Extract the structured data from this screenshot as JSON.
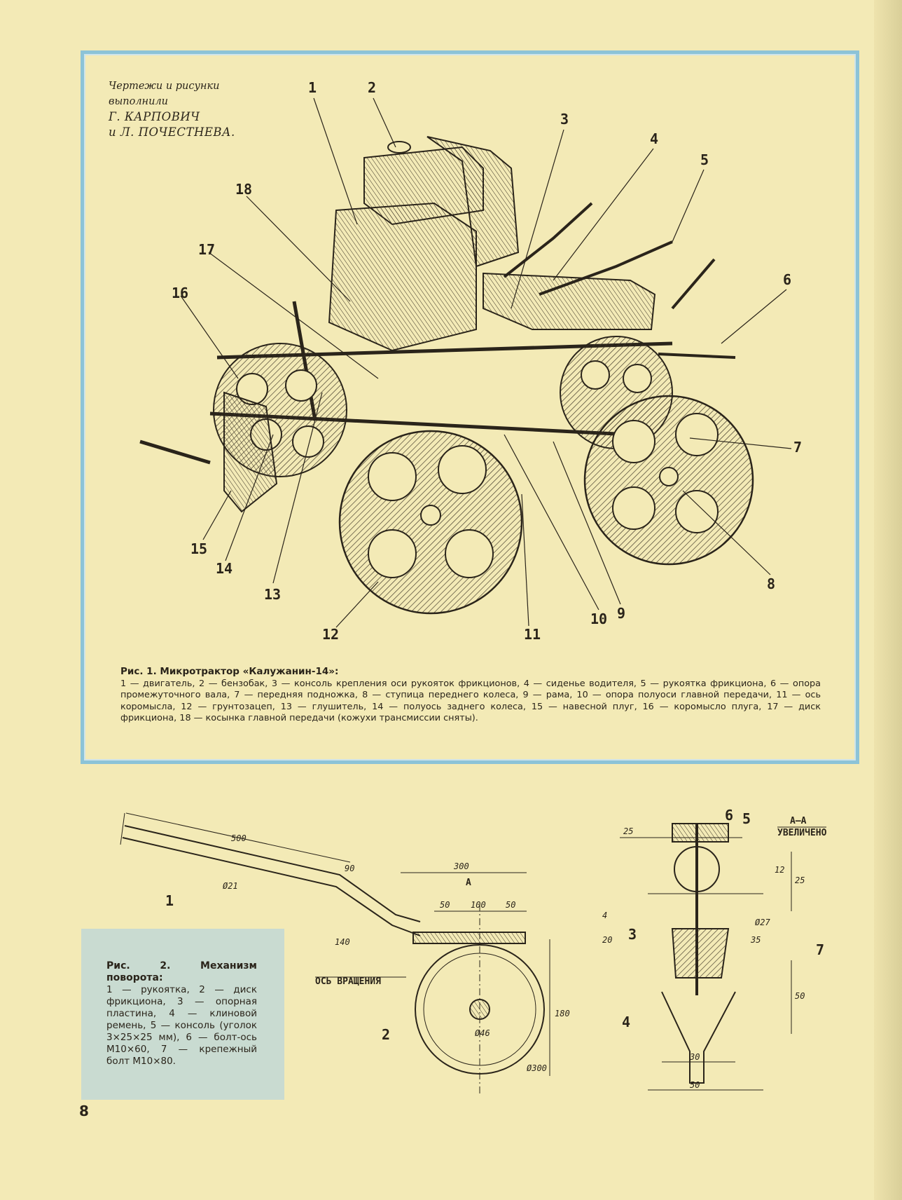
{
  "credit": {
    "line1": "Чертежи и рисунки",
    "line2": "выполнили",
    "line3": "Г. КАРПОВИЧ",
    "line4": "и Л. ПОЧЕСТНЕВА."
  },
  "figure1": {
    "callouts": [
      "1",
      "2",
      "3",
      "4",
      "5",
      "6",
      "7",
      "8",
      "9",
      "10",
      "11",
      "12",
      "13",
      "14",
      "15",
      "16",
      "17",
      "18"
    ],
    "caption_title": "Рис. 1. Микротрактор «Калужанин-14»:",
    "caption_body": "1 — двигатель, 2 — бензобак, 3 — консоль крепления оси рукояток фрикционов, 4 — сиденье водителя, 5 — рукоятка фрикциона, 6 — опора промежуточного вала, 7 — передняя подножка, 8 — ступица переднего колеса, 9 — рама, 10 — опора полуоси главной передачи, 11 — ось коромысла, 12 — грунтозацеп, 13 — глушитель, 14 — полуось заднего колеса, 15 — навесной плуг, 16 — коромысло плуга, 17 — диск фрикциона, 18 — косынка главной передачи (кожухи трансмиссии сняты)."
  },
  "figure2": {
    "caption_title": "Рис. 2. Механизм поворота:",
    "caption_body": "1 — рукоятка, 2 — диск фрикциона, 3 — опорная пластина, 4 — клиновой ремень, 5 — консоль (уголок 3×25×25 мм), 6 — болт-ось М10×60, 7 — крепежный болт М10×80.",
    "dims": {
      "d500": "500",
      "d90": "90",
      "d21": "Ø21",
      "d140": "140",
      "d300": "300",
      "d50a": "50",
      "d100": "100",
      "d50b": "50",
      "d180": "180",
      "d46": "Ø46",
      "d300c": "Ø300",
      "axis": "ОСЬ ВРАЩЕНИЯ",
      "secA": "А",
      "s25": "25",
      "s12": "12",
      "s25b": "25",
      "s27": "Ø27",
      "s4": "4",
      "s20": "20",
      "s35": "35",
      "s50": "50",
      "s30": "30",
      "s50b": "50",
      "sectionTitle": "А–А",
      "sectionSub": "УВЕЛИЧЕНО"
    },
    "parts": [
      "1",
      "2",
      "3",
      "4",
      "5",
      "6",
      "7"
    ]
  },
  "page_number": "8"
}
